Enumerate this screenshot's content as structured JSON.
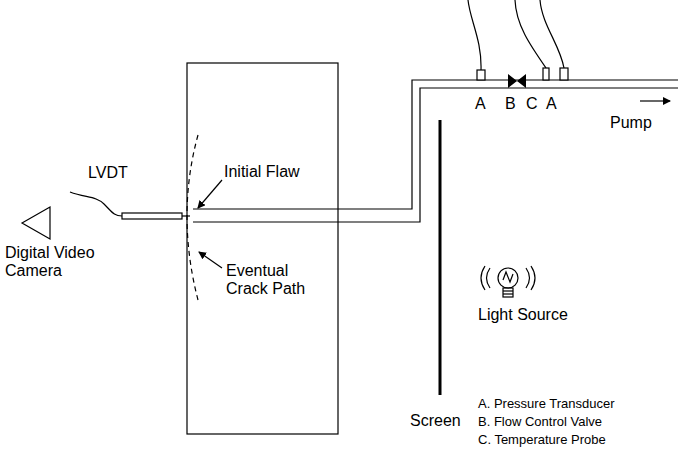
{
  "diagram": {
    "labels": [
      "LVDT",
      "Digital Video Camera",
      "Initial Flaw",
      "Eventual Crack Path",
      "A",
      "B",
      "C",
      "A",
      "Pump",
      "Light Source",
      "Screen",
      "A. Pressure Transducer",
      "B. Flow Control Valve",
      "C. Temperature Probe"
    ]
  }
}
